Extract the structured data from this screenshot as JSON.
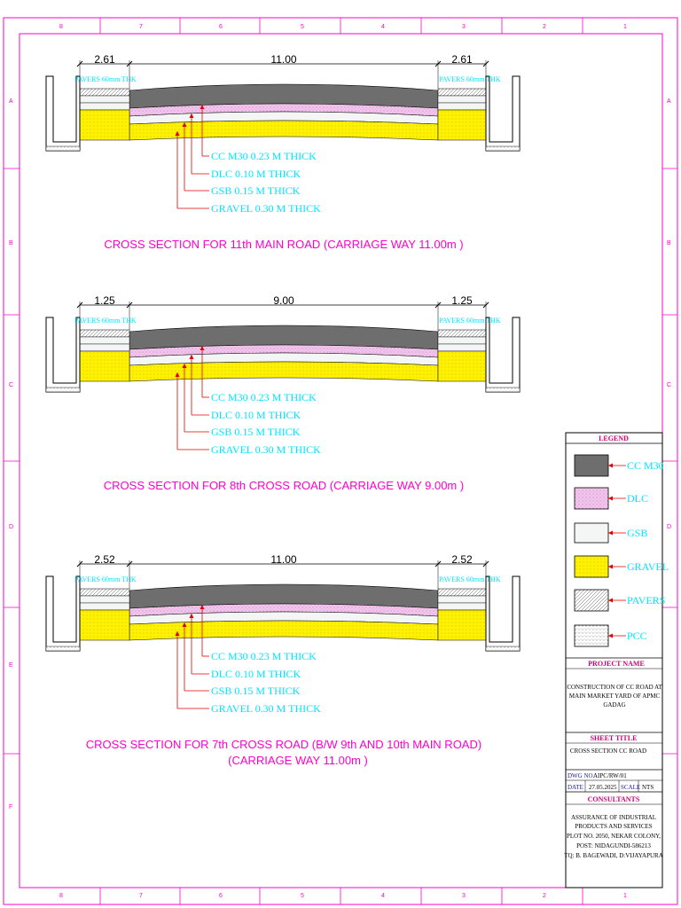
{
  "sections": [
    {
      "title": "CROSS SECTION FOR 11th MAIN ROAD (CARRIAGE WAY 11.00m )",
      "title_line2": "",
      "dim_left": "2.61",
      "dim_center": "11.00",
      "dim_right": "2.61",
      "pavers_left": "PAVERS 60mm THK",
      "pavers_right": "PAVERS 60mm THK",
      "labels": [
        "CC M30 0.23 M THICK",
        "DLC 0.10 M THICK",
        "GSB 0.15 M THICK",
        "GRAVEL 0.30 M THICK"
      ]
    },
    {
      "title": "CROSS SECTION FOR 8th CROSS ROAD (CARRIAGE WAY 9.00m )",
      "title_line2": "",
      "dim_left": "1.25",
      "dim_center": "9.00",
      "dim_right": "1.25",
      "pavers_left": "PAVERS 60mm THK",
      "pavers_right": "PAVERS 60mm THK",
      "labels": [
        "CC M30 0.23 M THICK",
        "DLC 0.10 M THICK",
        "GSB 0.15 M THICK",
        "GRAVEL 0.30 M THICK"
      ]
    },
    {
      "title": "CROSS SECTION FOR 7th CROSS ROAD (B/W 9th AND 10th MAIN ROAD)",
      "title_line2": "(CARRIAGE WAY 11.00m )",
      "dim_left": "2.52",
      "dim_center": "11.00",
      "dim_right": "2.52",
      "pavers_left": "PAVERS 60mm THK",
      "pavers_right": "PAVERS 60mm THK",
      "labels": [
        "CC M30 0.23 M THICK",
        "DLC 0.10 M THICK",
        "GSB 0.15 M THICK",
        "GRAVEL 0.30 M THICK"
      ]
    }
  ],
  "legend": {
    "title": "LEGEND",
    "items": [
      {
        "label": "CC M30",
        "color": "#6e6e6e"
      },
      {
        "label": "DLC",
        "color": "#f3c6ee"
      },
      {
        "label": "GSB",
        "color": "#f4f6f6"
      },
      {
        "label": "GRAVEL",
        "color": "#fff200"
      },
      {
        "label": "PAVERS",
        "color": "#e8e8e8"
      },
      {
        "label": "PCC",
        "color": "#eeeeee"
      }
    ]
  },
  "title_block": {
    "project_heading": "PROJECT NAME",
    "project_line1": "CONSTRUCTION OF CC ROAD  AT",
    "project_line2": "MAIN  MARKET YARD OF APMC",
    "project_line3": "GADAG",
    "sheet_heading": "SHEET TITLE",
    "sheet_title": "CROSS SECTION CC ROAD",
    "dwg_no_label": "DWG NO.",
    "dwg_no": "AIPC/RW/01",
    "date_label": "DATE",
    "date": "27.05.2025",
    "scale_label": "SCALE",
    "scale": "NTS",
    "consultants_heading": "CONSULTANTS",
    "c_line1": "ASSURANCE OF INDUSTRIAL",
    "c_line2": "PRODUCTS AND SERVICES",
    "c_line3": "PLOT NO. 2050, NEKAR COLONY,",
    "c_line4": "POST:  NIDAGUNDI-586213",
    "c_line5": "TQ: B. BAGEWADI,  D:VIJAYAPURA"
  },
  "border": {
    "top_numbers": [
      "8",
      "7",
      "6",
      "5",
      "4",
      "3",
      "2",
      "1"
    ],
    "side_letters": [
      "A",
      "B",
      "C",
      "D",
      "E",
      "F"
    ]
  },
  "colors": {
    "cc": "#6e6e6e",
    "dlc": "#f3c6ee",
    "gsb": "#f4f6f6",
    "gravel": "#fff200",
    "label": "#00e5ff",
    "title": "#ff00cc",
    "leader": "#e00000",
    "border": "#ff00cc"
  }
}
